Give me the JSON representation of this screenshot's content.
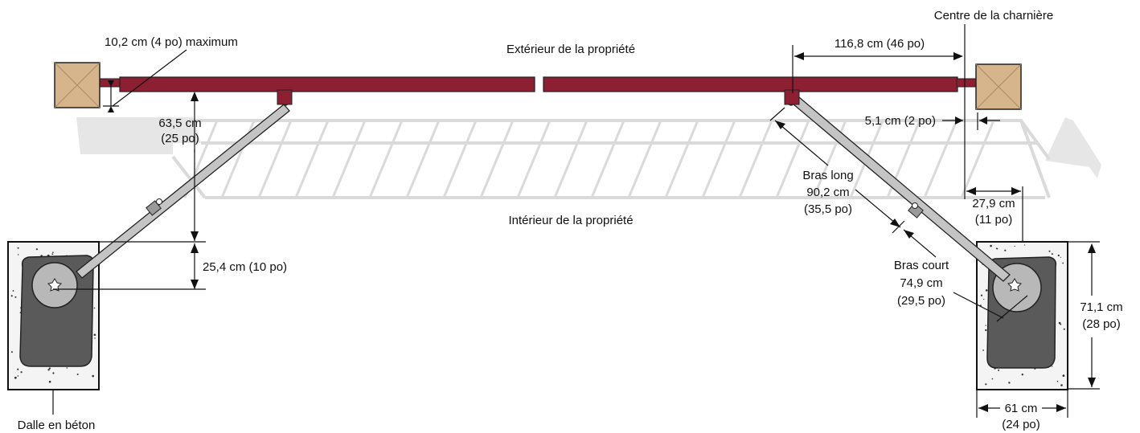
{
  "labels": {
    "exterior": "Extérieur de la propriété",
    "interior": "Intérieur de la propriété",
    "hinge_center": "Centre de la charnière",
    "concrete_slab": "Dalle en béton",
    "gap_max": "10,2 cm (4 po) maximum",
    "arm_offset_cm": "63,5 cm",
    "arm_offset_in": "(25 po)",
    "operator_offset": "25,4 cm (10 po)",
    "hinge_distance": "116,8 cm (46 po)",
    "hinge_offset": "5,1 cm (2 po)",
    "long_arm_title": "Bras long",
    "long_arm_cm": "90,2 cm",
    "long_arm_in": "(35,5 po)",
    "short_arm_title": "Bras court",
    "short_arm_cm": "74,9 cm",
    "short_arm_in": "(29,5 po)",
    "pivot_offset_cm": "27,9 cm",
    "pivot_offset_in": "(11 po)",
    "slab_height_cm": "71,1 cm",
    "slab_height_in": "(28 po)",
    "slab_width_cm": "61 cm",
    "slab_width_in": "(24 po)"
  },
  "colors": {
    "gate": "#8c1f32",
    "post": "#d6b58d",
    "arm": "#c4c4c4",
    "operator": "#555555",
    "ghost": "#dadada"
  }
}
